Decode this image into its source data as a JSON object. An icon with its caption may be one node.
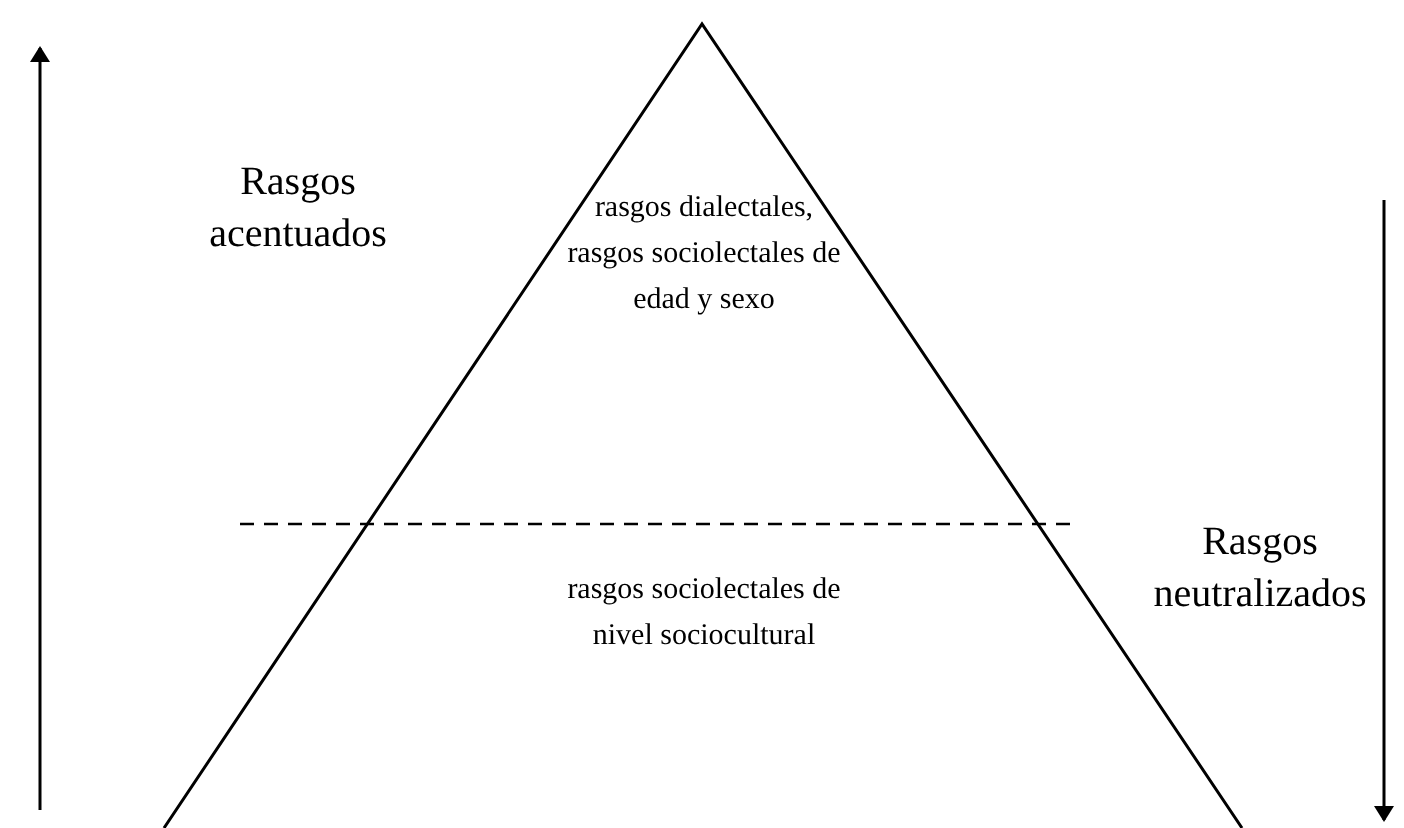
{
  "diagram": {
    "nodes": [
      {
        "text": [
          "rasgos dialectales, rasgos sociolectales de edad y sexo"
        ]
      },
      {
        "text": [
          "rasgos sociolectales de nivel sociocultural"
        ]
      }
    ],
    "labels": [
      "Rasgos acentuados",
      "Rasgos neutralizados"
    ]
  }
}
